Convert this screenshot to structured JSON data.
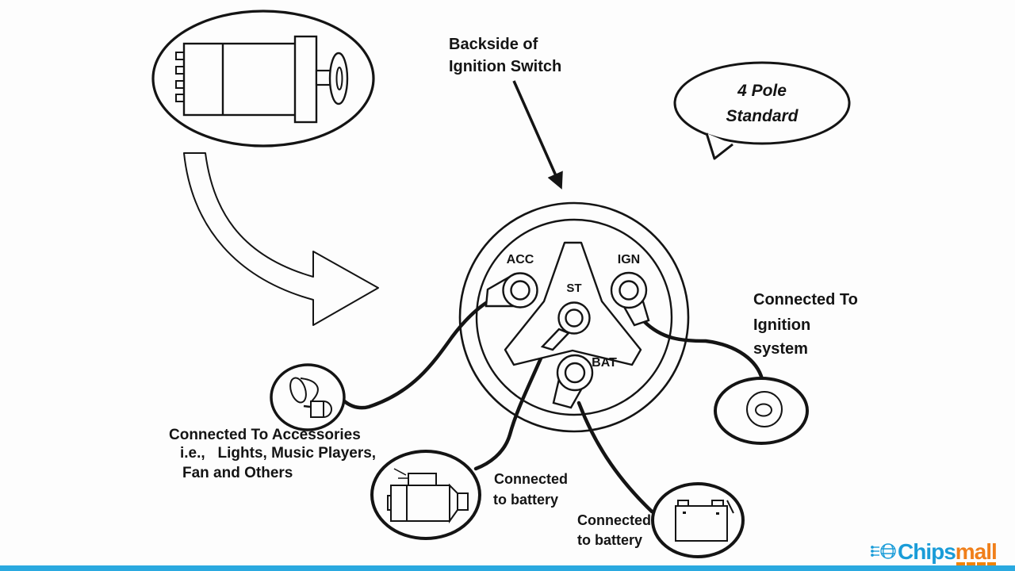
{
  "titles": {
    "backside_line1": "Backside of",
    "backside_line2": "Ignition Switch",
    "bubble_line1": "4 Pole",
    "bubble_line2": "Standard"
  },
  "terminals": {
    "acc": "ACC",
    "ign": "IGN",
    "st": "ST",
    "bat": "BAT"
  },
  "connections": {
    "ignition": [
      "Connected To",
      "Ignition",
      "system"
    ],
    "accessories": [
      "Connected To Accessories",
      "i.e.,   Lights, Music Players,",
      "Fan and Others"
    ],
    "battery_left": [
      "Connected",
      "to battery"
    ],
    "battery_right": [
      "Connected",
      "to battery"
    ]
  },
  "logo": {
    "part1": "Chips",
    "part2": "mall"
  },
  "colors": {
    "ink": "#141414",
    "logo_blue": "#1a9cd8",
    "logo_orange": "#f08300",
    "bottom_bar": "#2aa9e0"
  }
}
